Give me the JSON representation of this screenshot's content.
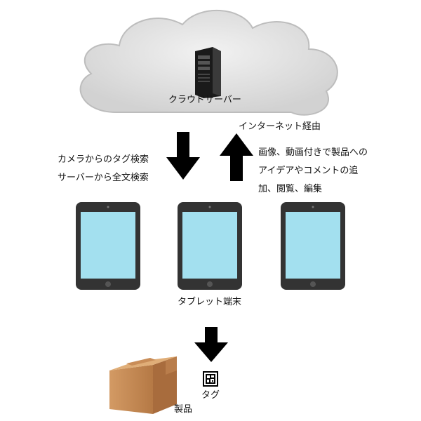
{
  "cloud": {
    "server_label": "クラウドサーバー"
  },
  "network_label": "インターネット経由",
  "left_notes": [
    "カメラからのタグ検索",
    "サーバーから全文検索"
  ],
  "right_notes": [
    "画像、動画付きで製品への",
    "アイデアやコメントの追",
    "加、閲覧、編集"
  ],
  "tablet_label": "タブレット端末",
  "tag_label": "タグ",
  "product_label": "製品",
  "colors": {
    "screen": "#a3e0ef",
    "tablet_frame": "#333333",
    "box": "#c78a55",
    "cloud": "#e0e0e0"
  }
}
